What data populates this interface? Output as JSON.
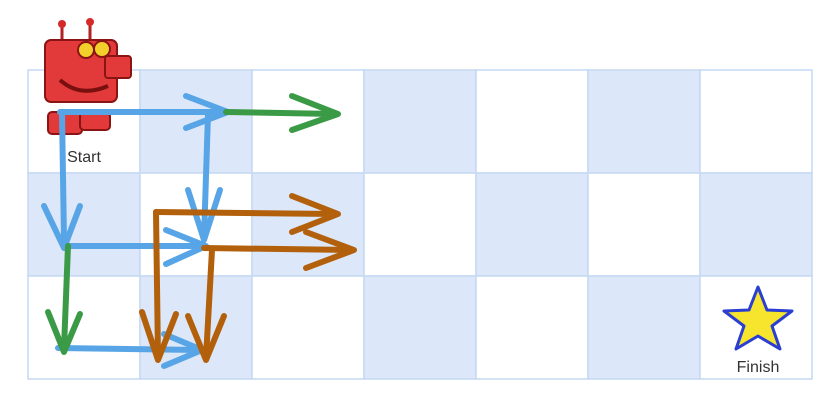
{
  "grid": {
    "rows": 3,
    "cols": 7
  },
  "labels": {
    "start": "Start",
    "finish": "Finish"
  },
  "icons": {
    "start": "robot-icon",
    "finish": "star-icon"
  },
  "colors": {
    "cell_light": "#ffffff",
    "cell_dark": "#dce8f9",
    "grid_line": "#c5d8f3",
    "blue_arrow": "#57a5e6",
    "green_arrow": "#3a9a46",
    "orange_arrow": "#b3600c",
    "robot": "#e23a3a",
    "star": "#f7e52d"
  }
}
